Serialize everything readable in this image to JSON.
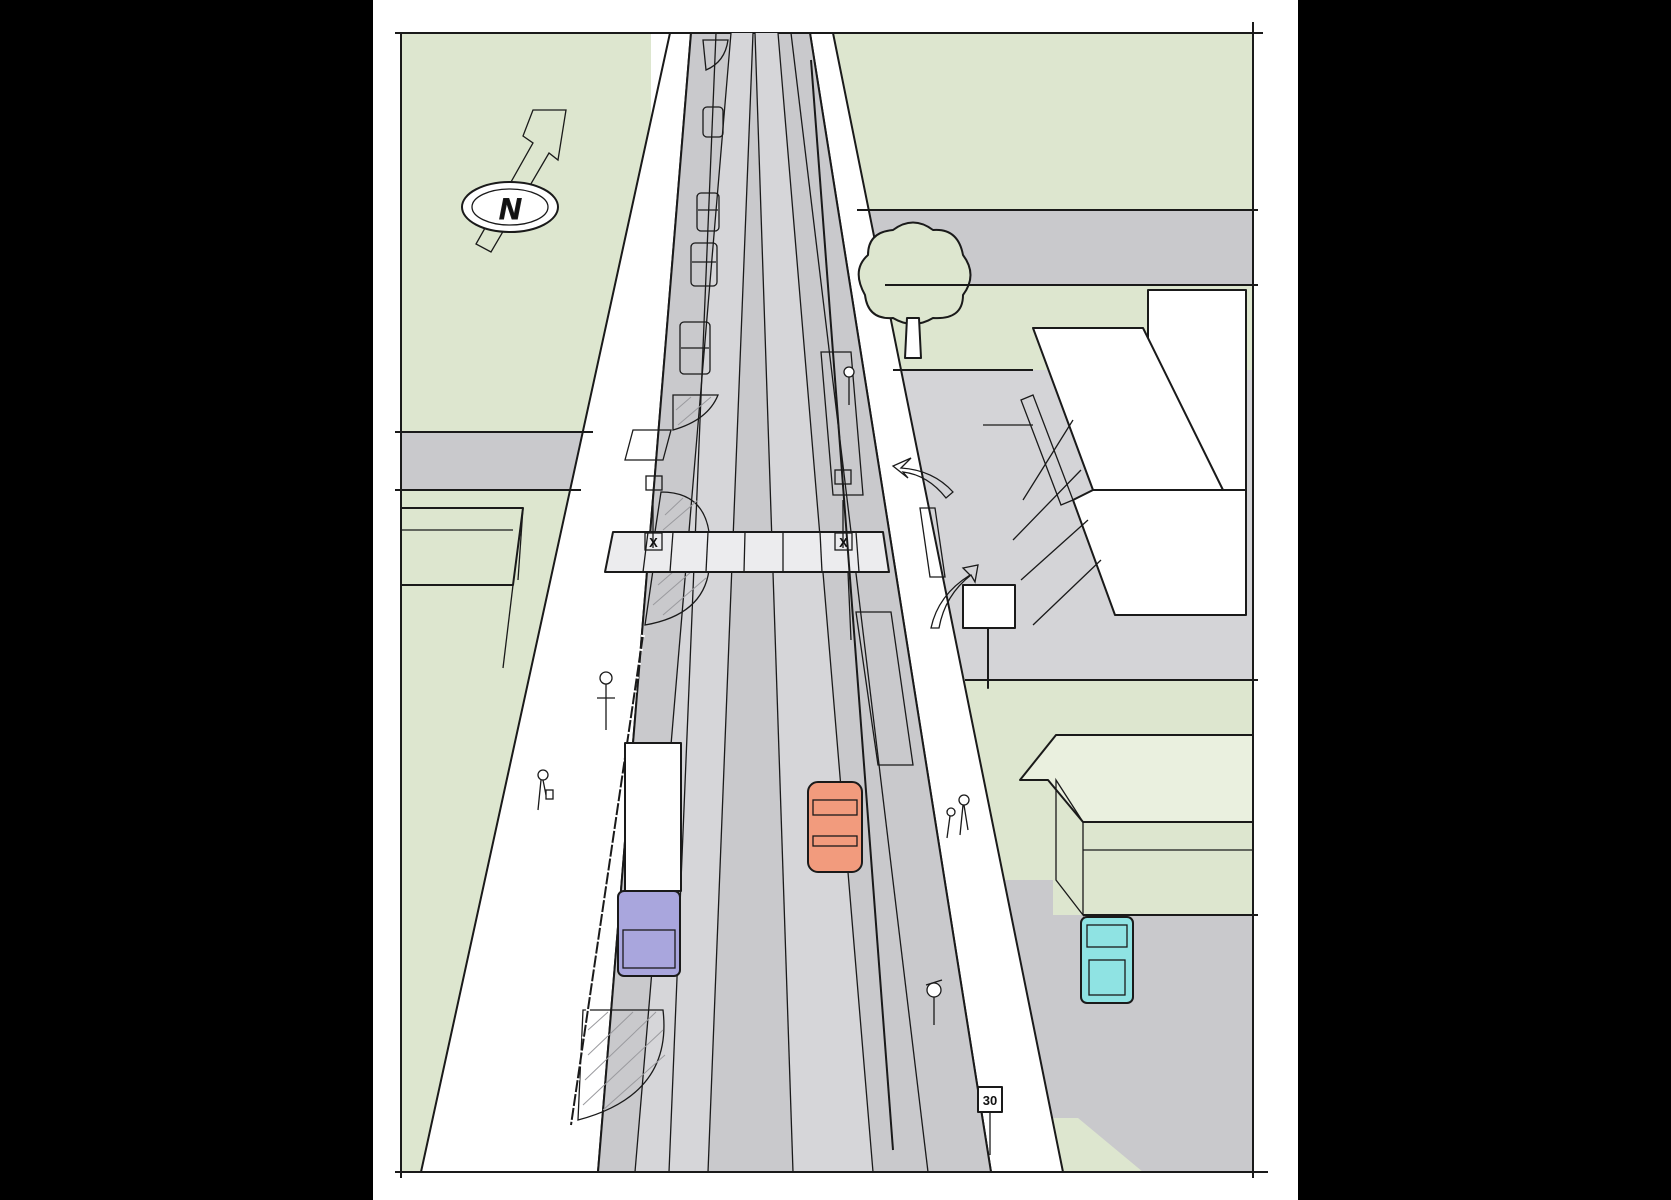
{
  "compass": {
    "letter": "N",
    "arrow_color": "#f2927a"
  },
  "signs": {
    "crossing_mark_left": "X",
    "crossing_mark_right": "X",
    "speed_limit": "30"
  },
  "colors": {
    "grass": "#dde6cf",
    "road": "#c9c9cc",
    "lane_light": "#d6d6d9",
    "bike_green": "#dcefc2",
    "sidewalk": "#ffffff",
    "orange_arrow": "#f2927a"
  },
  "vehicles": [
    {
      "name": "car-far-1",
      "color": "#d9d8ef"
    },
    {
      "name": "car-far-2",
      "color": "#cdb8e6"
    },
    {
      "name": "car-yellow",
      "color": "#f3d58f"
    },
    {
      "name": "car-blue",
      "color": "#8fc3ec"
    },
    {
      "name": "car-orange",
      "color": "#f29b7d"
    },
    {
      "name": "truck-cab",
      "color": "#a9a6dd"
    },
    {
      "name": "pickup-truck",
      "color": "#8fe3e3"
    }
  ]
}
